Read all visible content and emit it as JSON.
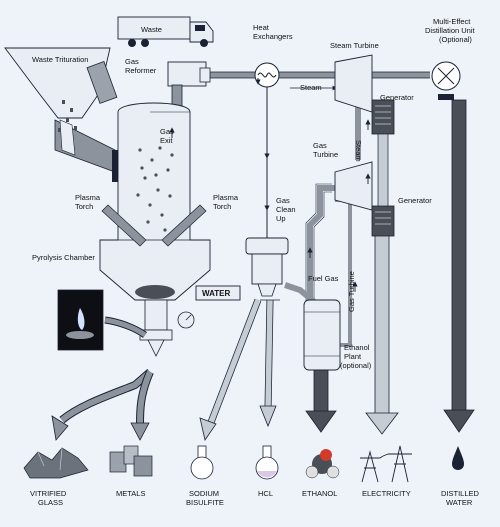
{
  "labels": {
    "waste": "Waste",
    "waste_trituration": "Waste Trituration",
    "gas_reformer": [
      "Gas",
      "Reformer"
    ],
    "heat_exchangers": [
      "Heat",
      "Exchangers"
    ],
    "steam_turbine": "Steam Turbine",
    "multi_effect": [
      "Multi-Effect",
      "Distillation Unit",
      "(Optional)"
    ],
    "steam_h": "Steam",
    "steam_v": "Steam",
    "generator_1": "Generator",
    "generator_2": "Generator",
    "gas_turbine_top": [
      "Gas",
      "Turbine"
    ],
    "gas_turbine_side": "Gas Turbine",
    "gas_exit": [
      "Gas",
      "Exit"
    ],
    "plasma_torch_left": [
      "Plasma",
      "Torch"
    ],
    "plasma_torch_right": [
      "Plasma",
      "Torch"
    ],
    "pyrolysis_chamber": "Pyrolysis Chamber",
    "water": "WATER",
    "gas_clean_up": [
      "Gas",
      "Clean",
      "Up"
    ],
    "fuel_gas": "Fuel Gas",
    "ethanol_plant": [
      "Ethanol",
      "Plant",
      "(optional)"
    ]
  },
  "outputs": [
    [
      "VITRIFIED",
      "GLASS"
    ],
    [
      "METALS"
    ],
    [
      "SODIUM",
      "BISULFITE"
    ],
    [
      "HCL"
    ],
    [
      "ETHANOL"
    ],
    [
      "ELECTRICITY"
    ],
    [
      "DISTILLED",
      "WATER"
    ]
  ],
  "colors": {
    "background": "#eef3f9",
    "line": "#1a2233",
    "pipe": "#8c939d",
    "arrow_dark": "#4a4f57",
    "arrow_light": "#c6ccd4",
    "vessel": "#e9eef4"
  }
}
